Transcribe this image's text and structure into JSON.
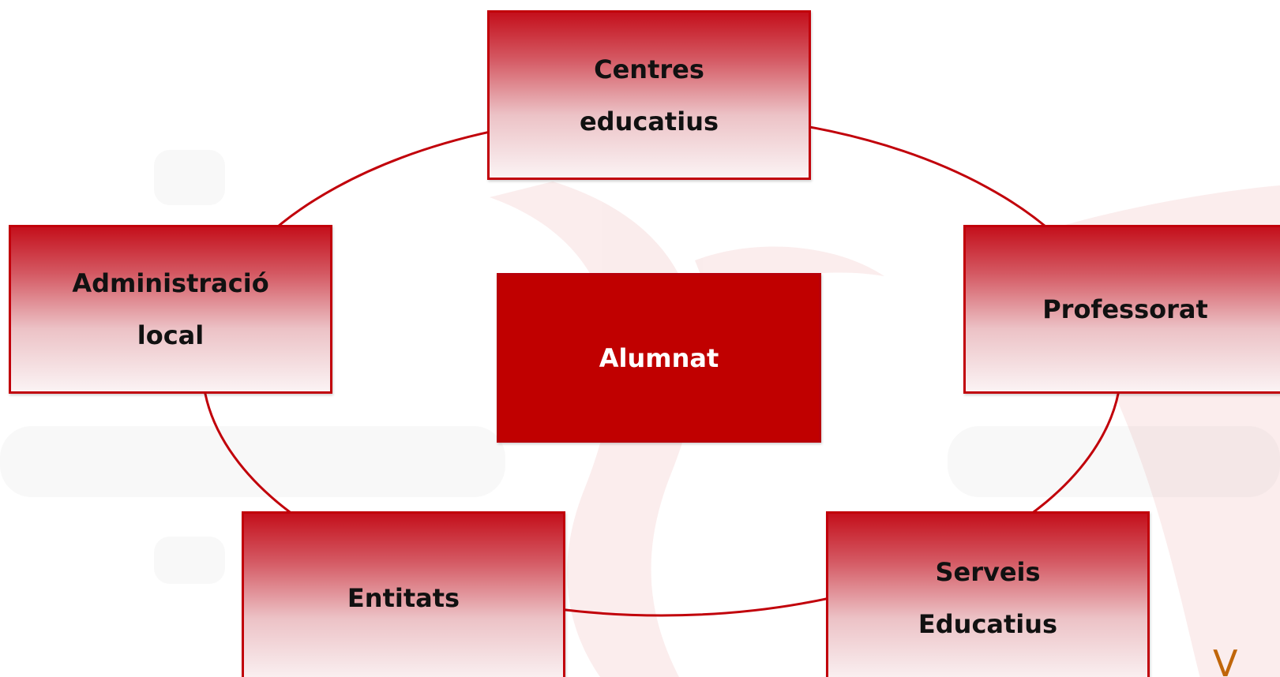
{
  "diagram": {
    "center": {
      "label": "Alumnat"
    },
    "nodes": {
      "top": "Centres\neducatius",
      "left": "Administració\nlocal",
      "right": "Professorat",
      "bottom_left": "Entitats",
      "bottom_right": "Serveis\nEducatius"
    },
    "ring_color": "#c1000a",
    "box_gradient": [
      "#c4101c",
      "#fbf3f4"
    ],
    "center_fill": "#c00000"
  },
  "corner_mark": "V"
}
